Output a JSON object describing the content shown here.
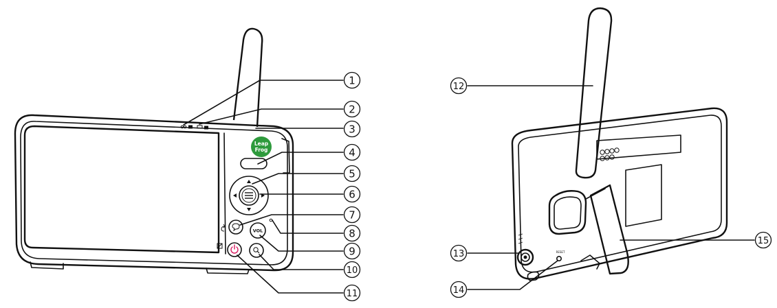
{
  "front_callouts": [
    "1",
    "2",
    "3",
    "4",
    "5",
    "6",
    "7",
    "8",
    "9",
    "10",
    "11"
  ],
  "back_callouts": [
    "12",
    "13",
    "14",
    "15"
  ],
  "device": {
    "logo_line1": "Leap",
    "logo_line2": "Frog",
    "vol_label": "VOL",
    "reset_label": "RESET"
  },
  "icons": {
    "led_1": "link-indicator-icon",
    "led_2": "battery-indicator-icon",
    "night_light": "moon-icon",
    "nav_up": "triangle-up-icon",
    "nav_down": "triangle-down-icon",
    "nav_left": "triangle-left-icon",
    "nav_right": "triangle-right-icon",
    "menu": "menu-icon",
    "talk": "speech-bubble-icon",
    "back": "back-arrow-icon",
    "zoom": "zoom-icon",
    "power": "power-icon",
    "screen_off": "screen-off-icon"
  },
  "colors": {
    "line": "#111111",
    "logo_green": "#2e9a3c",
    "power_red": "#d81b60",
    "background": "#ffffff"
  }
}
